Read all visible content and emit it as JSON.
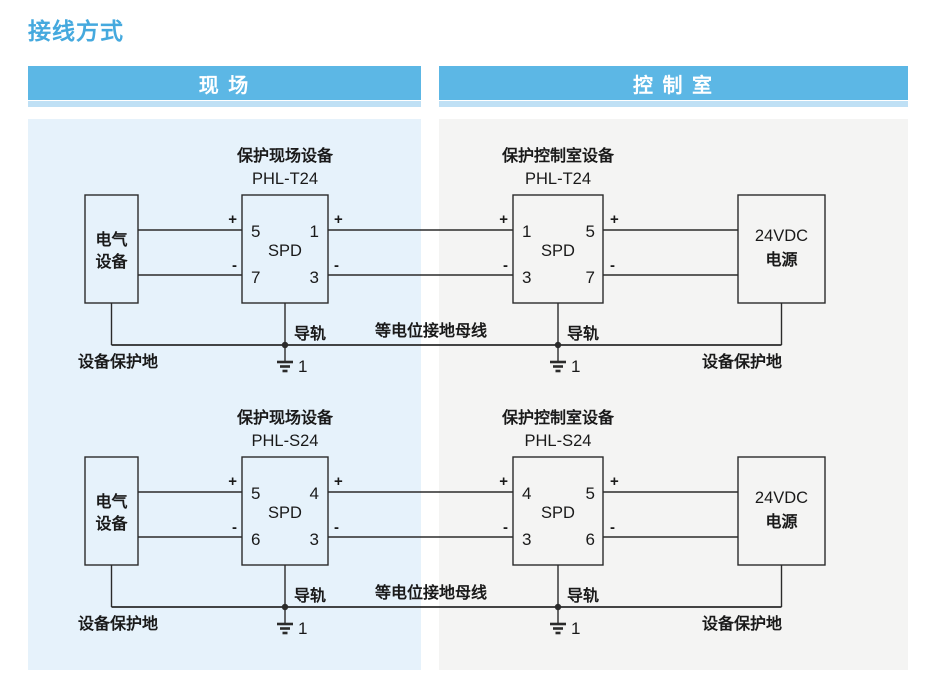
{
  "page": {
    "title": "接线方式"
  },
  "headers": {
    "field": "现 场",
    "control": "控 制 室"
  },
  "colors": {
    "title_blue": "#45A9DE",
    "header_bar_blue": "#5CB7E5",
    "header_strip_blue": "#BFE0F5",
    "field_panel_bg": "#E6F2FB",
    "control_panel_bg": "#F4F4F3",
    "line_color": "#2B2B2B"
  },
  "diagrams": [
    {
      "field_device_label": "保护现场设备",
      "field_model": "PHL-T24",
      "control_device_label": "保护控制室设备",
      "control_model": "PHL-T24",
      "equipment_line1": "电气",
      "equipment_line2": "设备",
      "spd_label": "SPD",
      "power_line1": "24VDC",
      "power_line2": "电源",
      "field_pins": {
        "tl": "5",
        "tr": "1",
        "bl": "7",
        "br": "3"
      },
      "control_pins": {
        "tl": "1",
        "tr": "5",
        "bl": "3",
        "br": "7"
      },
      "plus": "+",
      "minus": "-",
      "rail_label": "导轨",
      "bus_label": "等电位接地母线",
      "ground_left_label": "设备保护地",
      "ground_right_label": "设备保护地",
      "ground_ref": "1"
    },
    {
      "field_device_label": "保护现场设备",
      "field_model": "PHL-S24",
      "control_device_label": "保护控制室设备",
      "control_model": "PHL-S24",
      "equipment_line1": "电气",
      "equipment_line2": "设备",
      "spd_label": "SPD",
      "power_line1": "24VDC",
      "power_line2": "电源",
      "field_pins": {
        "tl": "5",
        "tr": "4",
        "bl": "6",
        "br": "3"
      },
      "control_pins": {
        "tl": "4",
        "tr": "5",
        "bl": "3",
        "br": "6"
      },
      "plus": "+",
      "minus": "-",
      "rail_label": "导轨",
      "bus_label": "等电位接地母线",
      "ground_left_label": "设备保护地",
      "ground_right_label": "设备保护地",
      "ground_ref": "1"
    }
  ]
}
